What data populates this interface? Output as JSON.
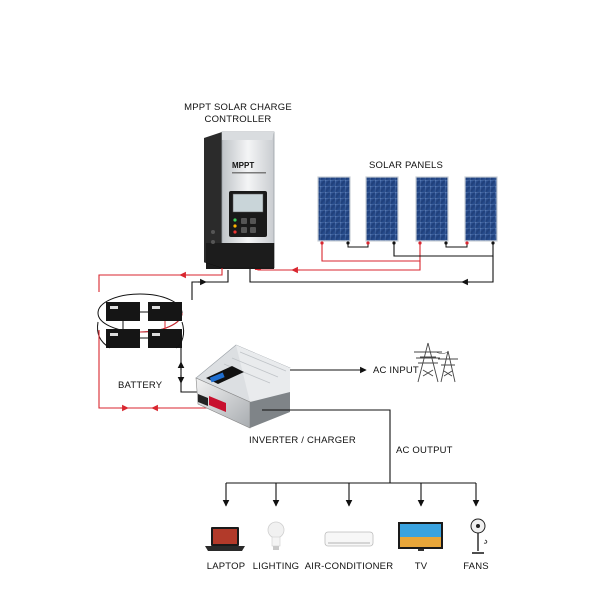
{
  "controller": {
    "title_line1": "MPPT SOLAR CHARGE",
    "title_line2": "CONTROLLER",
    "brand": "MPPT"
  },
  "panels_label": "SOLAR PANELS",
  "battery_label": "BATTERY",
  "inverter_label": "INVERTER / CHARGER",
  "ac_input_label": "AC INPUT",
  "ac_output_label": "AC OUTPUT",
  "loads": [
    {
      "label": "LAPTOP",
      "icon": "laptop-icon"
    },
    {
      "label": "LIGHTING",
      "icon": "bulb-icon"
    },
    {
      "label": "AIR-CONDITIONER",
      "icon": "air-conditioner-icon"
    },
    {
      "label": "TV",
      "icon": "tv-icon"
    },
    {
      "label": "FANS",
      "icon": "fan-icon"
    }
  ],
  "colors": {
    "positive_wire": "#d9262f",
    "negative_wire": "#111111",
    "panel_blue": "#1f3f7a"
  }
}
